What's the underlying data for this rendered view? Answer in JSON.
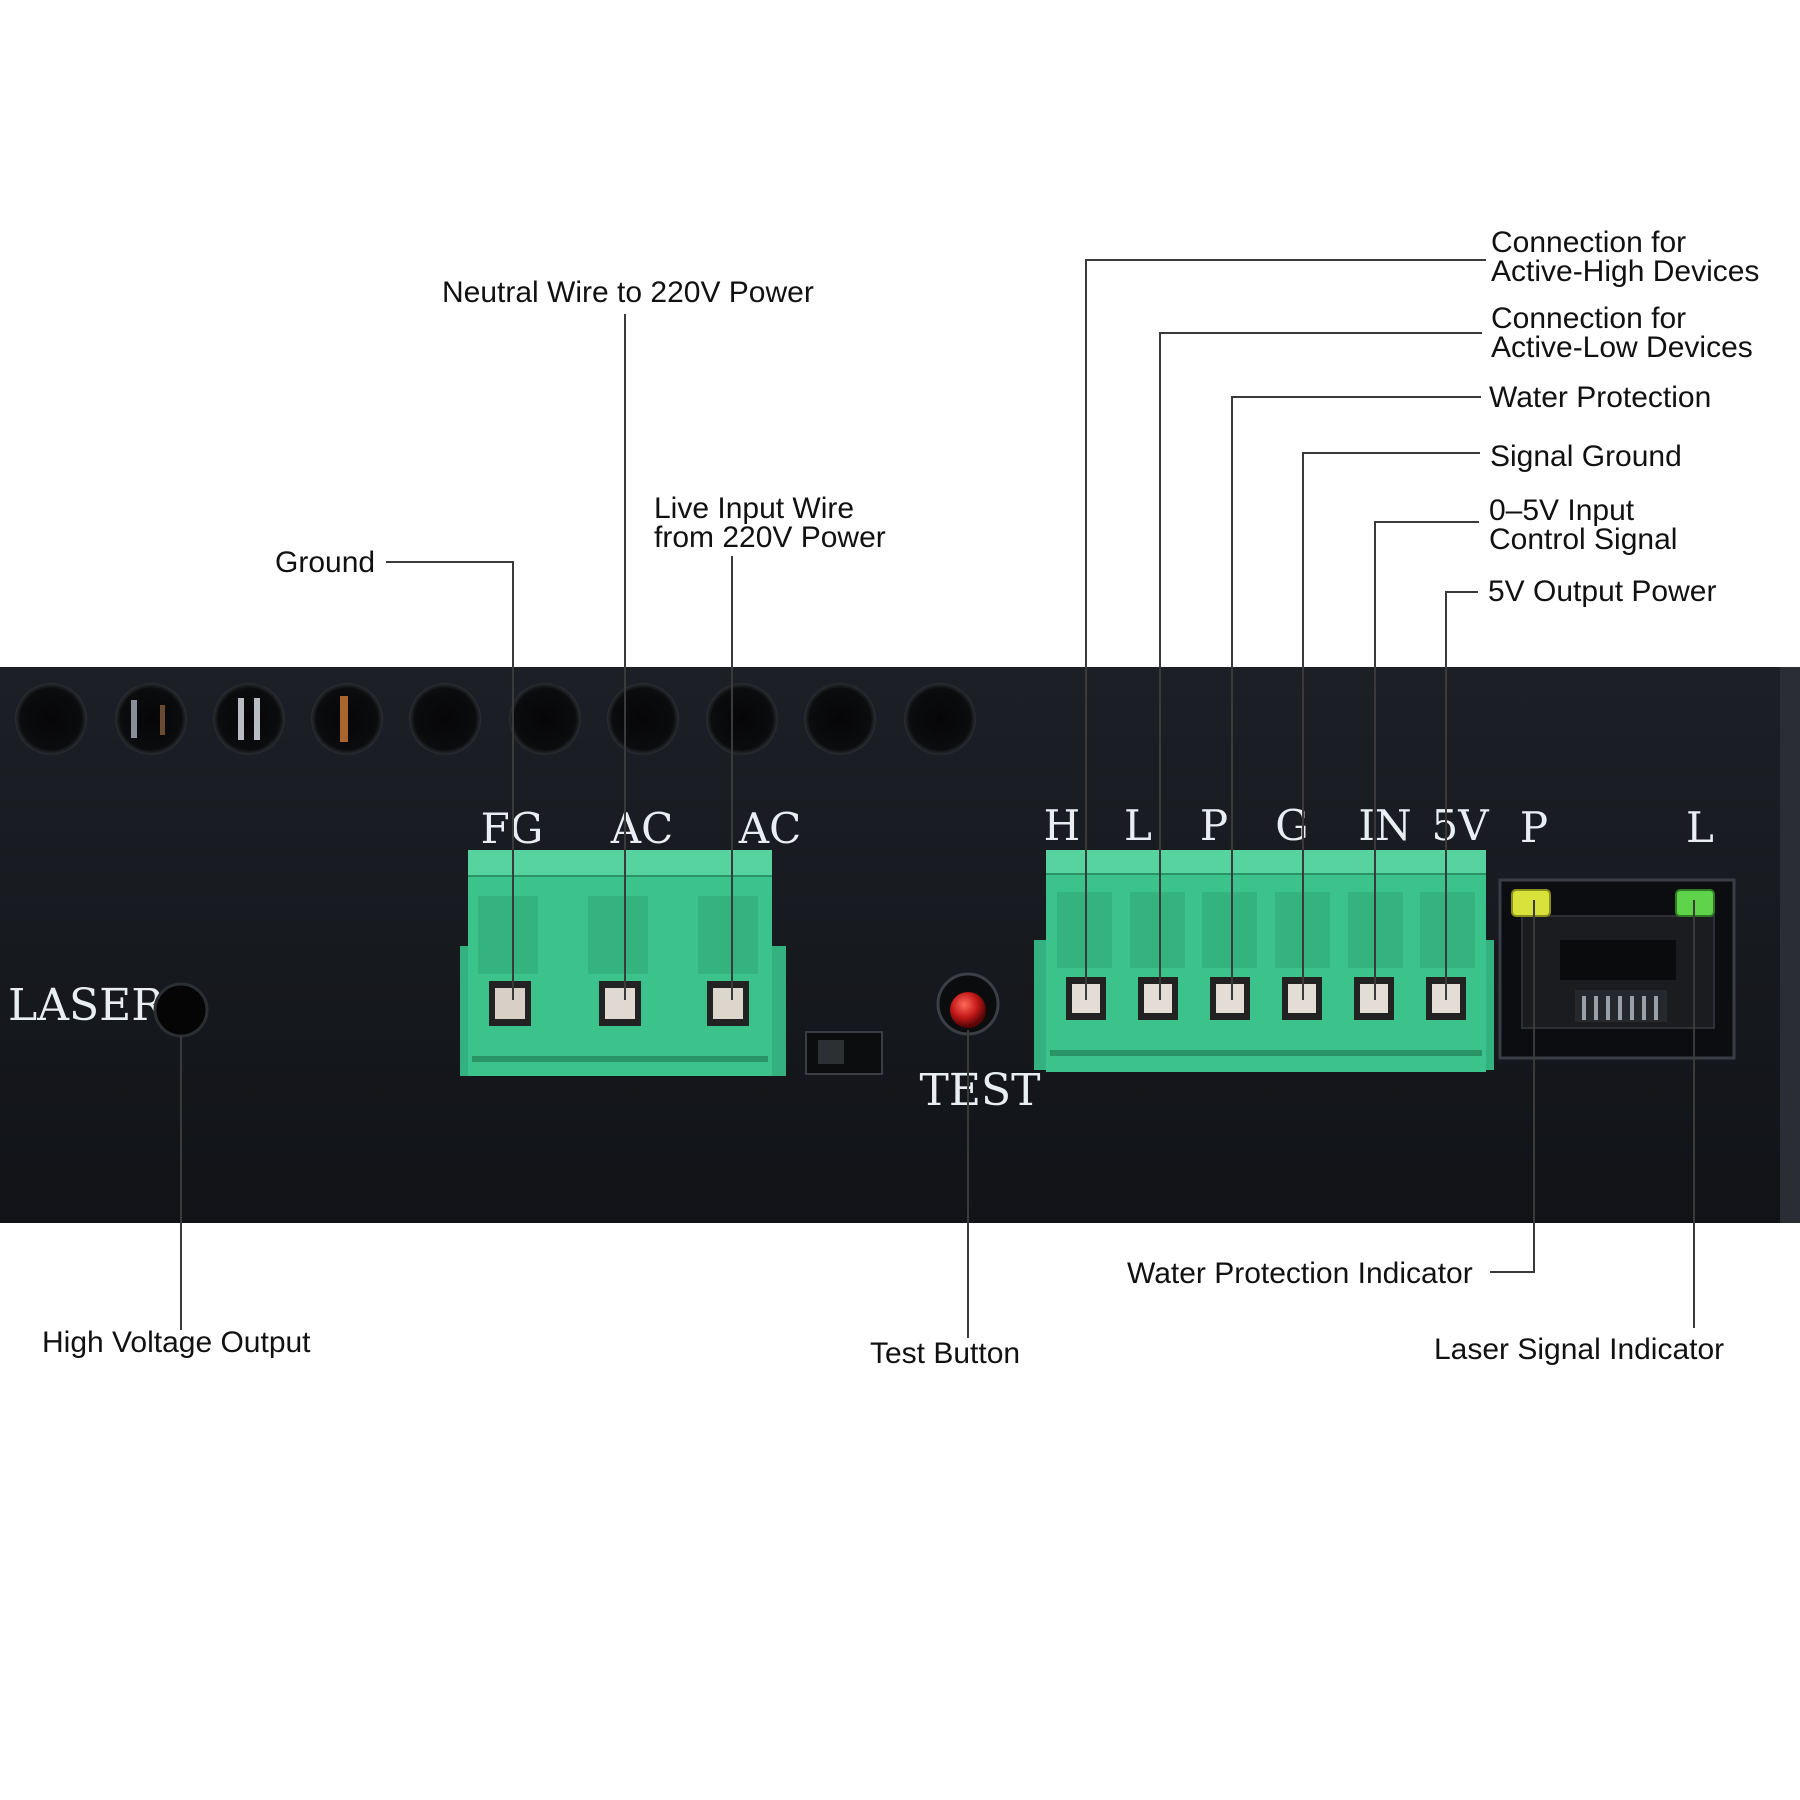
{
  "board": {
    "laser_label": "LASER",
    "test_label": "TEST",
    "power_terminals": [
      "FG",
      "AC",
      "AC"
    ],
    "signal_terminals": [
      "H",
      "L",
      "P",
      "G",
      "IN",
      "5V"
    ],
    "led_labels": [
      "P",
      "L"
    ]
  },
  "callouts": {
    "ground": "Ground",
    "neutral": "Neutral Wire to 220V Power",
    "live_line1": "Live Input Wire",
    "live_line2": "from 220V Power",
    "active_high_line1": "Connection for",
    "active_high_line2": "Active-High Devices",
    "active_low_line1": "Connection for",
    "active_low_line2": "Active-Low Devices",
    "water_protection": "Water Protection",
    "signal_ground": "Signal Ground",
    "input_signal_line1": "0–5V Input",
    "input_signal_line2": "Control Signal",
    "output_power": "5V Output Power",
    "high_voltage": "High Voltage Output",
    "test_button": "Test Button",
    "water_indicator": "Water Protection Indicator",
    "laser_indicator": "Laser Signal Indicator"
  },
  "colors": {
    "panel": "#16191e",
    "terminal_green": "#3cc38c",
    "led_yellow": "#d9e23a",
    "led_green": "#5fd44a",
    "test_red": "#c21818"
  }
}
